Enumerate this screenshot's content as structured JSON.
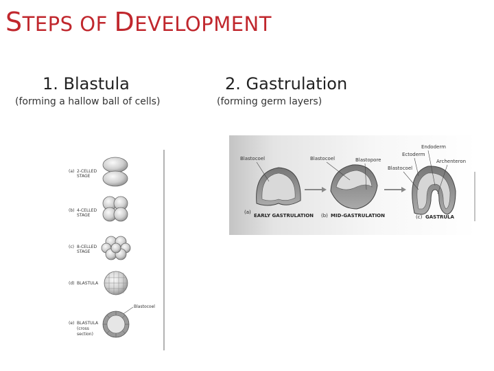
{
  "slide": {
    "title_parts": [
      {
        "text": "S",
        "size": "big"
      },
      {
        "text": "TEPS OF ",
        "size": "small"
      },
      {
        "text": "D",
        "size": "big"
      },
      {
        "text": "EVELOPMENT",
        "size": "small"
      }
    ]
  },
  "blastula": {
    "heading": "1. Blastula",
    "subheading": "(forming a hallow ball of cells)",
    "stages": [
      {
        "letter": "(a)",
        "label_line1": "2-CELLED",
        "label_line2": "STAGE"
      },
      {
        "letter": "(b)",
        "label_line1": "4-CELLED",
        "label_line2": "STAGE"
      },
      {
        "letter": "(c)",
        "label_line1": "8-CELLED",
        "label_line2": "STAGE"
      },
      {
        "letter": "(d)",
        "label_line1": "BLASTULA",
        "label_line2": ""
      },
      {
        "letter": "(e)",
        "label_line1": "BLASTULA",
        "label_line2": "(cross",
        "label_line3": "section)"
      }
    ],
    "blastocoel_label": "Blastocoel"
  },
  "gastrulation": {
    "heading": "2. Gastrulation",
    "subheading": "(forming germ layers)",
    "labels": {
      "blastocoel_a": "Blastocoel",
      "blastocoel_b": "Blastocoel",
      "blastopore": "Blastopore",
      "endoderm": "Endoderm",
      "ectoderm": "Ectoderm",
      "archenteron": "Archenteron",
      "blastocoel_c": "Blastocoel"
    },
    "captions": [
      {
        "letter": "(a)",
        "text": "EARLY GASTRULATION"
      },
      {
        "letter": "(b)",
        "text": "MID-GASTRULATION"
      },
      {
        "letter": "(c)",
        "text": "GASTRULA"
      }
    ]
  }
}
